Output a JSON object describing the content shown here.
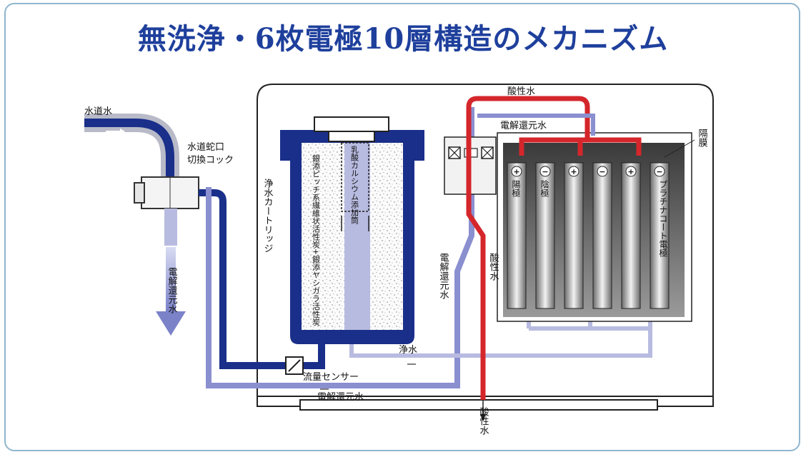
{
  "title": "無洗浄・6枚電極10層構造のメカニズム",
  "labels": {
    "tap_water": "水道水",
    "faucet_valve": "水道蛇口\n切換コック",
    "ionized_out": "電解還元水",
    "cartridge": "浄水カートリッジ",
    "calcium": "乳酸カルシウム添加筒",
    "filter_media": "銀添ピッチ系繊維状活性炭+銀添ヤシガラ活性炭",
    "flow_sensor": "流量センサー",
    "purified": "浄水",
    "ionized_bottom": "電解還元水",
    "ionized_mid": "電解還元水",
    "acidic_mid": "酸性水",
    "acidic_top": "酸性水",
    "ionized_top": "電解還元水",
    "acidic_out": "酸性水",
    "membrane": "隔膜",
    "anode": "陽極",
    "cathode": "陰極",
    "platinum": "プラチナコート電極"
  },
  "electrodes": [
    "+",
    "−",
    "+",
    "−",
    "+",
    "−"
  ],
  "colors": {
    "title": "#1e3f9c",
    "tap_pipe": "#1a2f8a",
    "ionized_pipe": "#8a8fd0",
    "acidic_pipe": "#d4262b",
    "border": "#8fb6cf"
  }
}
